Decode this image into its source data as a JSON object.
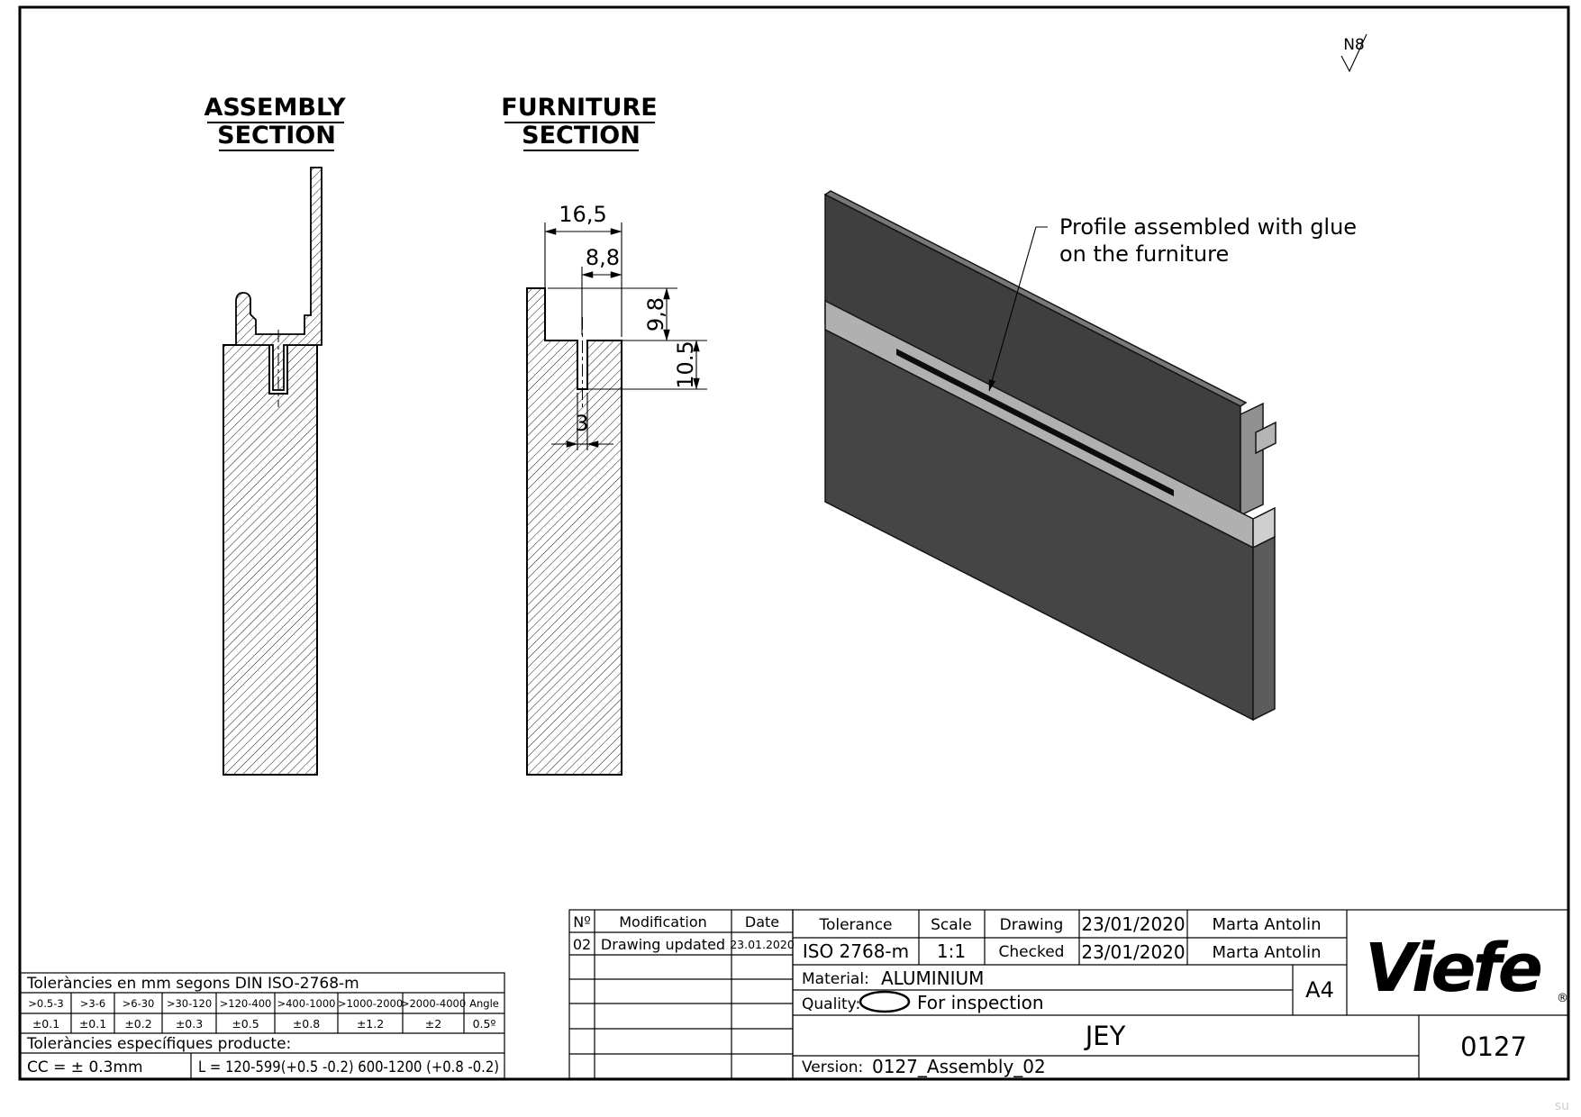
{
  "sheet": {
    "surface_finish": "N8",
    "watermark": "su"
  },
  "views": {
    "assembly_title_1": "ASSEMBLY",
    "assembly_title_2": "SECTION",
    "furniture_title_1": "FURNITURE",
    "furniture_title_2": "SECTION",
    "dims": {
      "overall_width": "16,5",
      "inner_width": "8,8",
      "rebate_depth": "9,8",
      "groove_depth": "10.5",
      "groove_width": "3"
    },
    "annotation_1": "Profile assembled with glue",
    "annotation_2": "on the furniture"
  },
  "tolerances": {
    "title": "Toleràncies en mm segons DIN ISO-2768-m",
    "ranges": [
      ">0.5-3",
      ">3-6",
      ">6-30",
      ">30-120",
      ">120-400",
      ">400-1000",
      ">1000-2000",
      ">2000-4000",
      "Angle"
    ],
    "values": [
      "±0.1",
      "±0.1",
      "±0.2",
      "±0.3",
      "±0.5",
      "±0.8",
      "±1.2",
      "±2",
      "0.5º"
    ],
    "specific_title": "Toleràncies específiques producte:",
    "cc": "CC = ± 0.3mm",
    "length": "L = 120-599(+0.5 -0.2) 600-1200 (+0.8 -0.2)"
  },
  "modifications": {
    "header_no": "Nº",
    "header_modification": "Modification",
    "header_date": "Date",
    "rows": [
      {
        "no": "02",
        "modification": "Drawing updated",
        "date": "23.01.2020"
      }
    ]
  },
  "title_block": {
    "tolerance_label": "Tolerance",
    "tolerance_value": "ISO 2768-m",
    "scale_label": "Scale",
    "scale_value": "1:1",
    "drawing_label": "Drawing",
    "drawing_date": "23/01/2020",
    "drawing_by": "Marta Antolin",
    "checked_label": "Checked",
    "checked_date": "23/01/2020",
    "checked_by": "Marta Antolin",
    "material_label": "Material:",
    "material_value": "ALUMINIUM",
    "quality_label": "Quality:",
    "quality_value": "For inspection",
    "paper_size": "A4",
    "product_name": "JEY",
    "version_label": "Version:",
    "version_value": "0127_Assembly_02",
    "code": "0127",
    "brand": "Viefe",
    "registered": "®"
  }
}
